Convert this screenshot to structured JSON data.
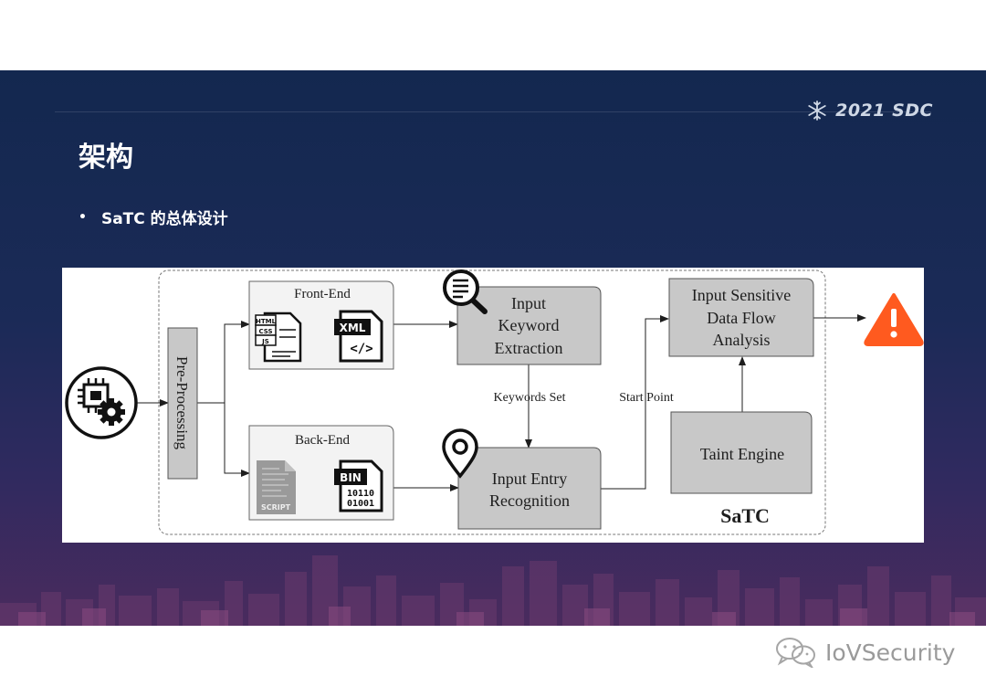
{
  "slide": {
    "logo_text": "2021 SDC",
    "title": "架构",
    "bullet": "SaTC 的总体设计"
  },
  "diagram": {
    "pre_processing": "Pre-Processing",
    "front_end": "Front-End",
    "back_end": "Back-End",
    "html_labels": [
      "HTML",
      "CSS",
      "JS"
    ],
    "xml_label": "XML",
    "xml_code": "</>",
    "script_label": "SCRIPT",
    "bin_label": "BIN",
    "bin_line1": "10110",
    "bin_line2": "01001",
    "keyword_extraction": [
      "Input",
      "Keyword",
      "Extraction"
    ],
    "keywords_set": "Keywords Set",
    "entry_recognition": [
      "Input Entry",
      "Recognition"
    ],
    "start_point": "Start Point",
    "data_flow": [
      "Input Sensitive",
      "Data Flow",
      "Analysis"
    ],
    "taint_engine": "Taint Engine",
    "satc_label": "SaTC",
    "warning_color": "#ff5a1f",
    "box_color": "#c8c8c8"
  },
  "footer": {
    "watermark": "IoVSecurity"
  }
}
